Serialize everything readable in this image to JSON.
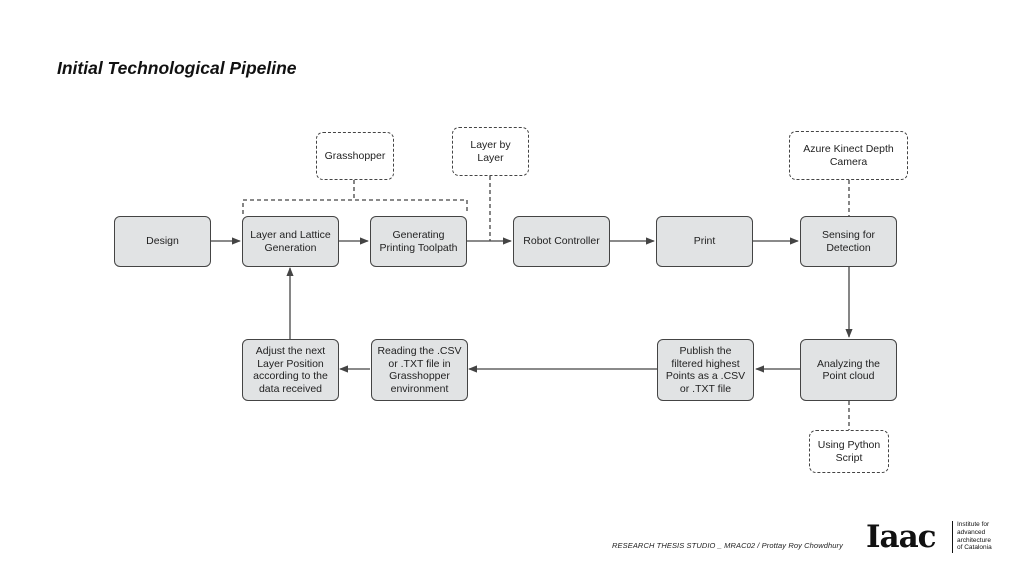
{
  "title": "Initial Technological Pipeline",
  "nodes": {
    "design": "Design",
    "layer_lattice": "Layer and Lattice Generation",
    "toolpath": "Generating Printing Toolpath",
    "robot": "Robot Controller",
    "print": "Print",
    "sensing": "Sensing for Detection",
    "analyzing": "Analyzing the Point cloud",
    "publish": "Publish the filtered highest Points as a .CSV or .TXT file",
    "reading": "Reading the .CSV or .TXT file in Grasshopper environment",
    "adjust": "Adjust the next Layer Position according to the data received"
  },
  "annotations": {
    "grasshopper": "Grasshopper",
    "layer_by_layer": "Layer by Layer",
    "kinect": "Azure Kinect Depth Camera",
    "python": "Using Python Script"
  },
  "footer": {
    "credit": "RESEARCH THESIS STUDIO _ MRAC02 / Prottay Roy Chowdhury",
    "logo_text": "Iaac",
    "logo_caption": "Institute for\nadvanced\narchitecture\nof Catalonia"
  },
  "colors": {
    "box_fill": "#e1e3e4",
    "box_border": "#444444",
    "line": "#444444"
  }
}
